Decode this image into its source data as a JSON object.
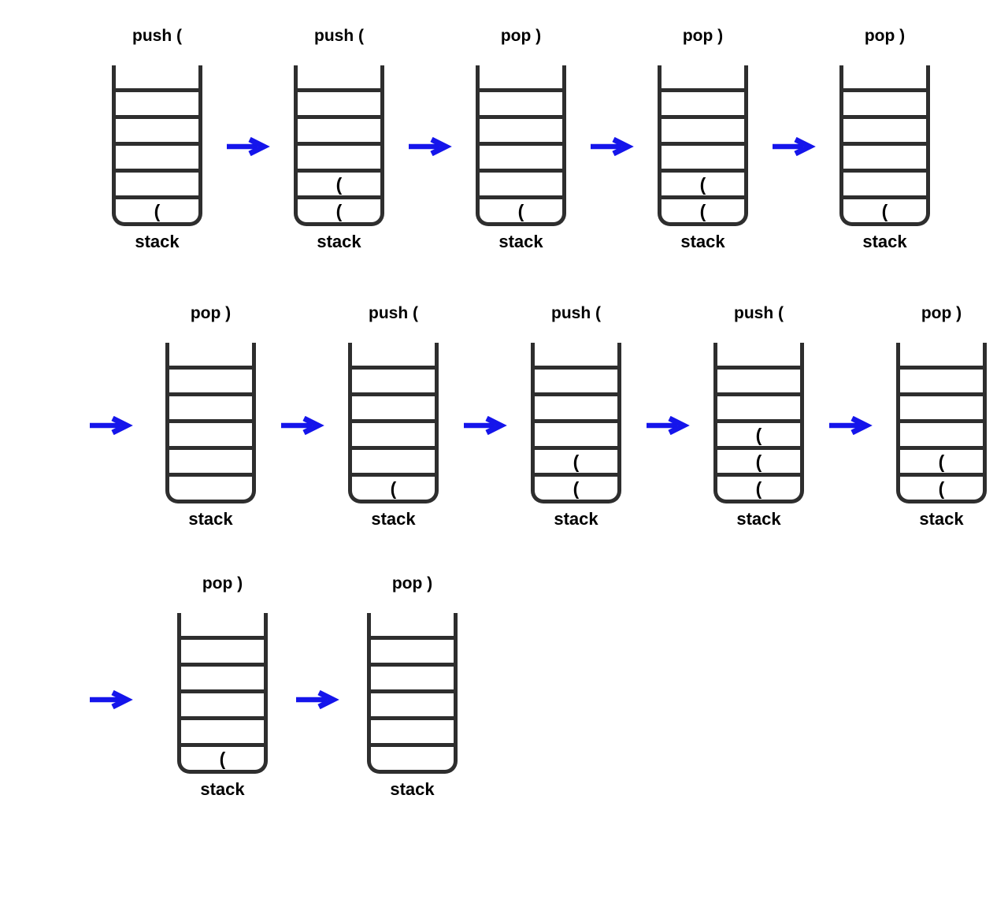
{
  "figure": {
    "description": "sequence of stack states for parenthesis matching",
    "stack_caption": "stack",
    "cells_per_stack": 6,
    "paren_item": "(",
    "colors": {
      "arrow": "#1515eb",
      "outline": "#2e2e2e",
      "text": "#000000",
      "background": "#ffffff"
    },
    "rows": [
      {
        "lead_arrow": false,
        "frames": [
          {
            "label": "push (",
            "items": 1
          },
          {
            "label": "push (",
            "items": 2
          },
          {
            "label": "pop )",
            "items": 1
          },
          {
            "label": "pop )",
            "items": 2
          },
          {
            "label": "pop )",
            "items": 1
          }
        ]
      },
      {
        "lead_arrow": true,
        "frames": [
          {
            "label": "pop )",
            "items": 0
          },
          {
            "label": "push (",
            "items": 1
          },
          {
            "label": "push (",
            "items": 2
          },
          {
            "label": "push (",
            "items": 3
          },
          {
            "label": "pop )",
            "items": 2
          }
        ]
      },
      {
        "lead_arrow": true,
        "frames": [
          {
            "label": "pop )",
            "items": 1
          },
          {
            "label": "pop )",
            "items": 0
          }
        ]
      }
    ]
  }
}
